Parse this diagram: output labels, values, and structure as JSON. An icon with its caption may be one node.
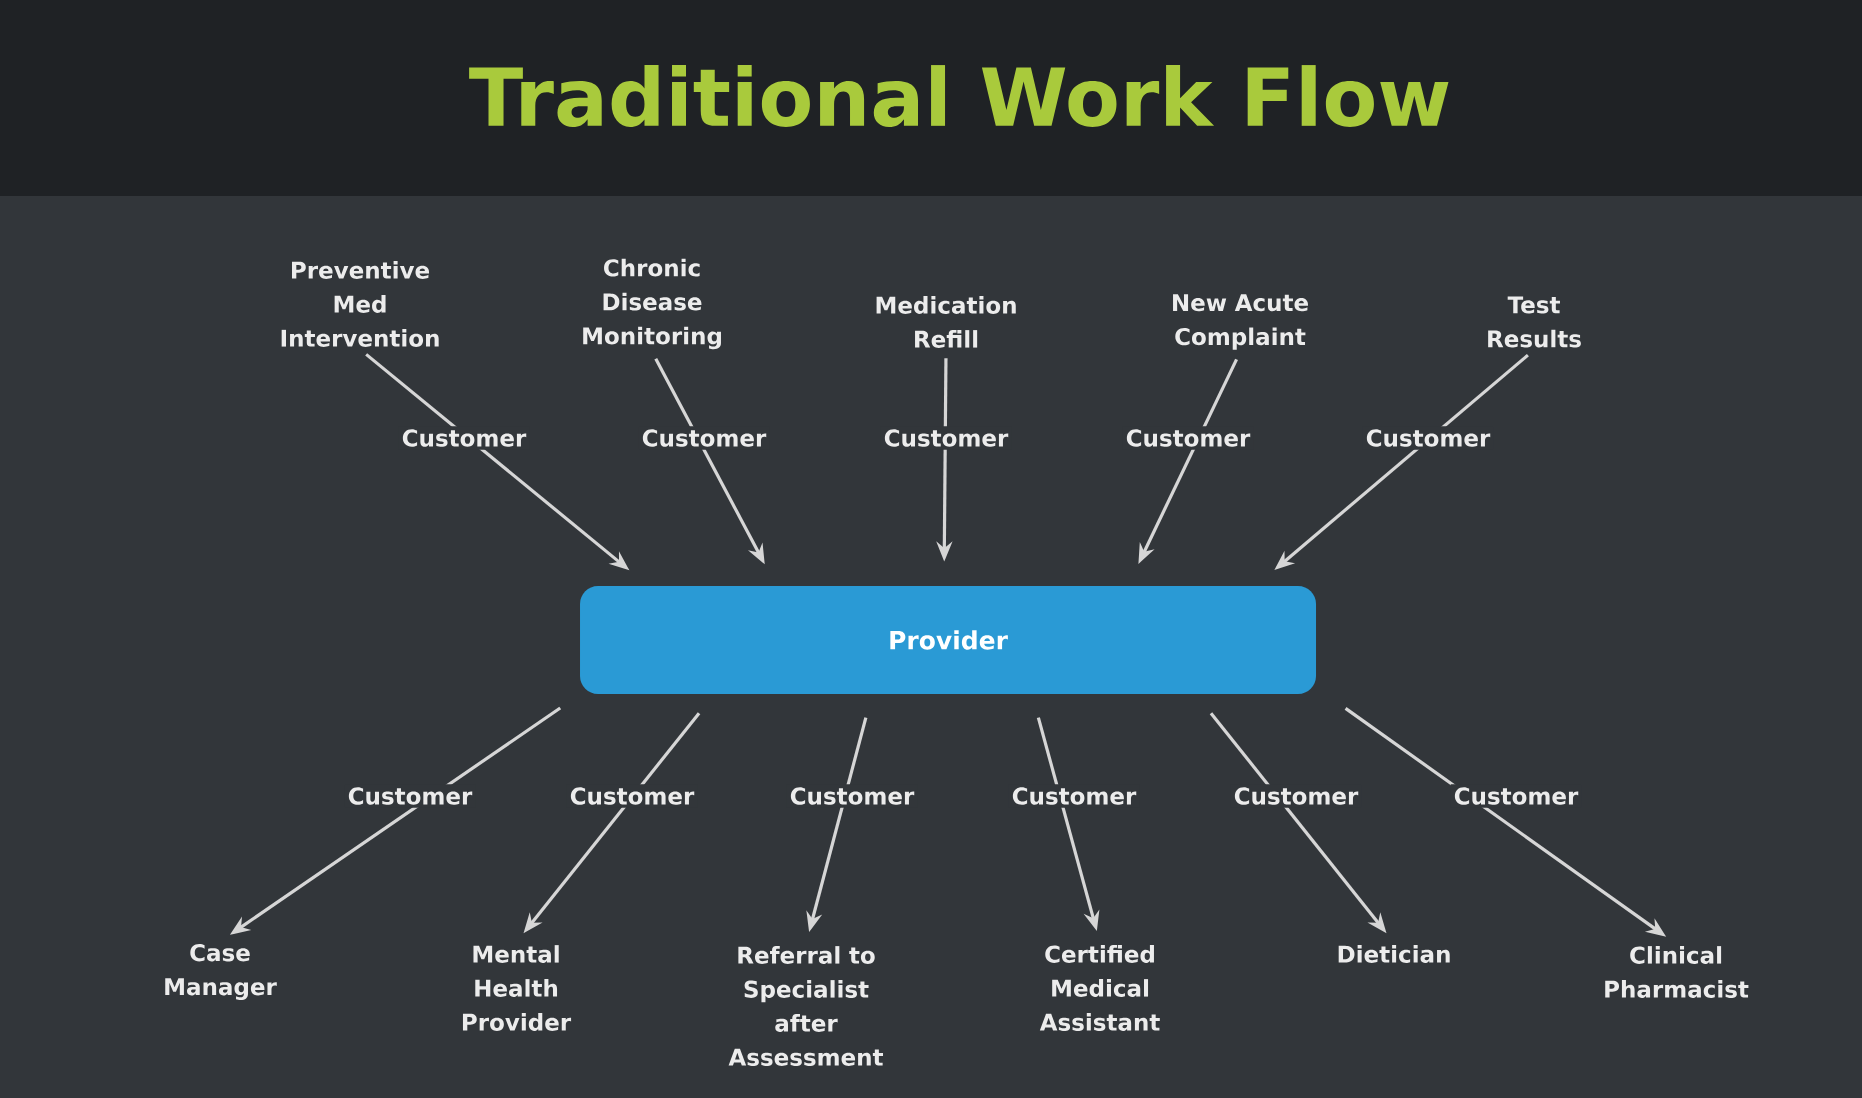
{
  "diagram": {
    "title": "Traditional Work Flow",
    "nodes": [
      {
        "text": [
          "Preventive Med Intervention"
        ]
      },
      {
        "text": [
          "Chronic Disease Monitoring"
        ]
      },
      {
        "text": [
          "Medication Refill"
        ]
      },
      {
        "text": [
          "New Acute Complaint"
        ]
      },
      {
        "text": [
          "Test Results"
        ]
      },
      {
        "text": [
          "Provider"
        ]
      },
      {
        "text": [
          "Case Manager"
        ]
      },
      {
        "text": [
          "Mental Health Provider"
        ]
      },
      {
        "text": [
          "Referral to Specialist after Assessment"
        ]
      },
      {
        "text": [
          "Certified Medical Assistant"
        ]
      },
      {
        "text": [
          "Dietician"
        ]
      },
      {
        "text": [
          "Clinical Pharmacist"
        ]
      }
    ],
    "edges": [
      {
        "from": 0,
        "to": 5,
        "arrow": "to",
        "label": "Customer"
      },
      {
        "from": 1,
        "to": 5,
        "arrow": "to",
        "label": "Customer"
      },
      {
        "from": 2,
        "to": 5,
        "arrow": "to",
        "label": "Customer"
      },
      {
        "from": 3,
        "to": 5,
        "arrow": "to",
        "label": "Customer"
      },
      {
        "from": 4,
        "to": 5,
        "arrow": "to",
        "label": "Customer"
      },
      {
        "from": 5,
        "to": 6,
        "arrow": "to",
        "label": "Customer"
      },
      {
        "from": 5,
        "to": 7,
        "arrow": "to",
        "label": "Customer"
      },
      {
        "from": 5,
        "to": 8,
        "arrow": "to",
        "label": "Customer"
      },
      {
        "from": 5,
        "to": 9,
        "arrow": "to",
        "label": "Customer"
      },
      {
        "from": 5,
        "to": 10,
        "arrow": "to",
        "label": "Customer"
      },
      {
        "from": 5,
        "to": 11,
        "arrow": "to",
        "label": "Customer"
      }
    ]
  }
}
